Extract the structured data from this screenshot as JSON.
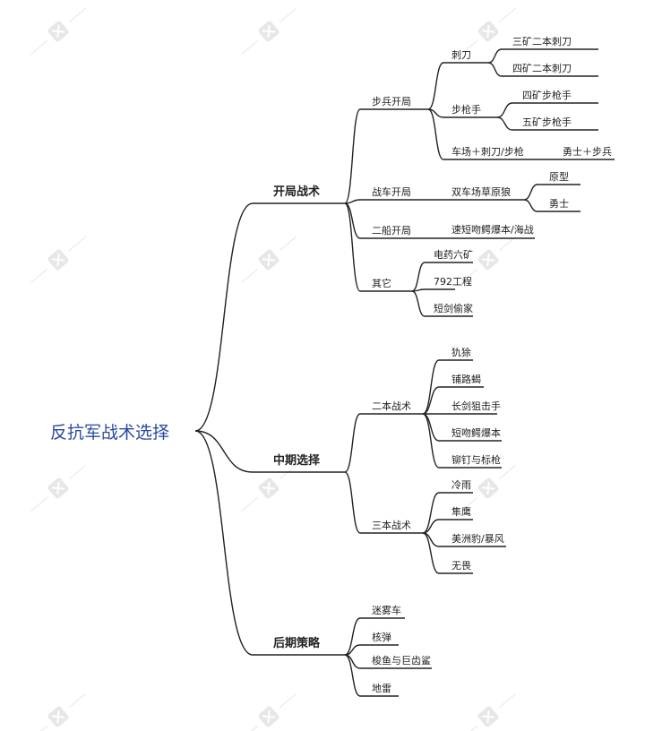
{
  "root": {
    "label": "反抗军战术选择"
  },
  "branches": [
    {
      "label": "开局战术",
      "children": [
        {
          "label": "步兵开局",
          "children": [
            {
              "label": "刺刀",
              "children": [
                {
                  "label": "三矿二本刺刀"
                },
                {
                  "label": "四矿二本刺刀"
                }
              ]
            },
            {
              "label": "步枪手",
              "children": [
                {
                  "label": "四矿步枪手"
                },
                {
                  "label": "五矿步枪手"
                }
              ]
            },
            {
              "label": "车场＋刺刀/步枪",
              "children": [
                {
                  "label": "勇士＋步兵"
                }
              ]
            }
          ]
        },
        {
          "label": "战车开局",
          "children": [
            {
              "label": "双车场草原狼",
              "children": [
                {
                  "label": "原型"
                },
                {
                  "label": "勇士"
                }
              ]
            }
          ]
        },
        {
          "label": "二船开局",
          "children": [
            {
              "label": "速短吻鳄爆本/海战"
            }
          ]
        },
        {
          "label": "其它",
          "children": [
            {
              "label": "电药六矿"
            },
            {
              "label": "792工程"
            },
            {
              "label": "短剑偷家"
            }
          ]
        }
      ]
    },
    {
      "label": "中期选择",
      "children": [
        {
          "label": "二本战术",
          "children": [
            {
              "label": "犰狳"
            },
            {
              "label": "铺路蝎"
            },
            {
              "label": "长剑狙击手"
            },
            {
              "label": "短吻鳄爆本"
            },
            {
              "label": "铆钉与标枪"
            }
          ]
        },
        {
          "label": "三本战术",
          "children": [
            {
              "label": "冷雨"
            },
            {
              "label": "隼鹰"
            },
            {
              "label": "美洲豹/暴风"
            },
            {
              "label": "无畏"
            }
          ]
        }
      ]
    },
    {
      "label": "后期策略",
      "children": [
        {
          "label": "迷雾车"
        },
        {
          "label": "核弹"
        },
        {
          "label": "梭鱼与巨齿鲨"
        },
        {
          "label": "地雷"
        }
      ]
    }
  ],
  "colors": {
    "root_text": "#2b4aa0",
    "line": "#222222",
    "text": "#222222",
    "watermark": "#bbbbbb"
  }
}
